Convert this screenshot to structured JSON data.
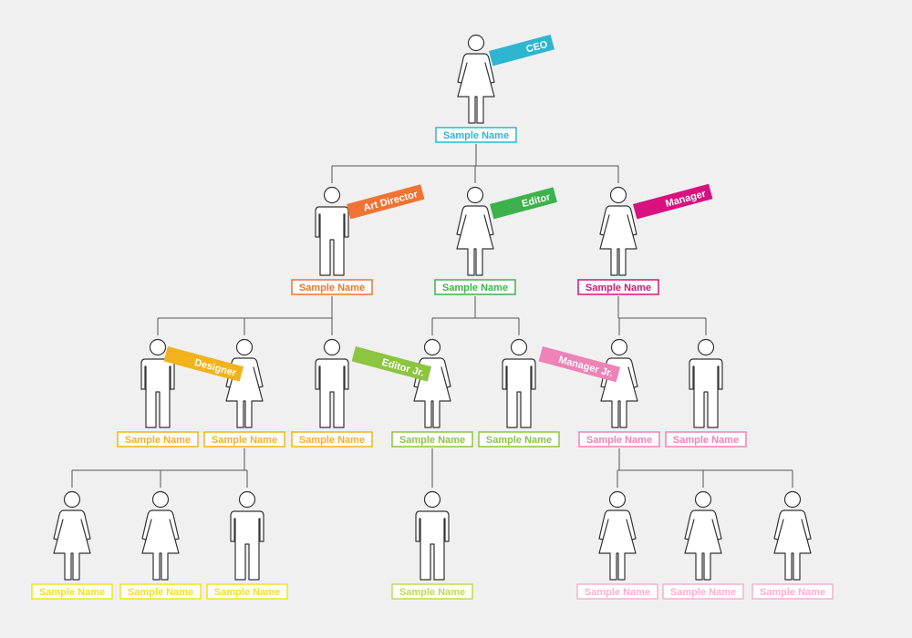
{
  "chart": {
    "nodes": [
      {
        "id": "ceo",
        "gender": "female",
        "name": "Sample Name",
        "color": "#2eb6d0",
        "role": "CEO"
      },
      {
        "id": "ad",
        "gender": "male",
        "name": "Sample Name",
        "color": "#ee7334",
        "role": "Art Director"
      },
      {
        "id": "ed",
        "gender": "female",
        "name": "Sample Name",
        "color": "#3bb34a",
        "role": "Editor"
      },
      {
        "id": "mg",
        "gender": "female",
        "name": "Sample Name",
        "color": "#d7127e",
        "role": "Manager"
      },
      {
        "id": "ad1",
        "gender": "male",
        "name": "Sample Name",
        "color": "#f2b21c",
        "role": ""
      },
      {
        "id": "ad2",
        "gender": "female",
        "name": "Sample Name",
        "color": "#f2b21c",
        "role": "Designer"
      },
      {
        "id": "ad3",
        "gender": "male",
        "name": "Sample Name",
        "color": "#f2b21c",
        "role": ""
      },
      {
        "id": "ed1",
        "gender": "female",
        "name": "Sample Name",
        "color": "#8cc540",
        "role": "Editor Jr."
      },
      {
        "id": "ed2",
        "gender": "male",
        "name": "Sample Name",
        "color": "#8cc540",
        "role": ""
      },
      {
        "id": "mg1",
        "gender": "female",
        "name": "Sample Name",
        "color": "#ef82b7",
        "role": "Manager Jr."
      },
      {
        "id": "mg2",
        "gender": "male",
        "name": "Sample Name",
        "color": "#ef82b7",
        "role": ""
      },
      {
        "id": "d1",
        "gender": "female",
        "name": "Sample Name",
        "color": "#f2e21b",
        "role": ""
      },
      {
        "id": "d2",
        "gender": "female",
        "name": "Sample Name",
        "color": "#f2e21b",
        "role": ""
      },
      {
        "id": "d3",
        "gender": "male",
        "name": "Sample Name",
        "color": "#f2e21b",
        "role": ""
      },
      {
        "id": "e1",
        "gender": "male",
        "name": "Sample Name",
        "color": "#c2db4a",
        "role": ""
      },
      {
        "id": "m1",
        "gender": "female",
        "name": "Sample Name",
        "color": "#f7afd2",
        "role": ""
      },
      {
        "id": "m2",
        "gender": "female",
        "name": "Sample Name",
        "color": "#f7afd2",
        "role": ""
      },
      {
        "id": "m3",
        "gender": "female",
        "name": "Sample Name",
        "color": "#f7afd2",
        "role": ""
      }
    ],
    "edges": [
      [
        "ceo",
        "ad"
      ],
      [
        "ceo",
        "ed"
      ],
      [
        "ceo",
        "mg"
      ],
      [
        "ad",
        "ad1"
      ],
      [
        "ad",
        "ad2"
      ],
      [
        "ad",
        "ad3"
      ],
      [
        "ed",
        "ed1"
      ],
      [
        "ed",
        "ed2"
      ],
      [
        "mg",
        "mg1"
      ],
      [
        "mg",
        "mg2"
      ],
      [
        "ad2",
        "d1"
      ],
      [
        "ad2",
        "d2"
      ],
      [
        "ad2",
        "d3"
      ],
      [
        "ed1",
        "e1"
      ],
      [
        "mg1",
        "m1"
      ],
      [
        "mg1",
        "m2"
      ],
      [
        "mg1",
        "m3"
      ]
    ]
  }
}
